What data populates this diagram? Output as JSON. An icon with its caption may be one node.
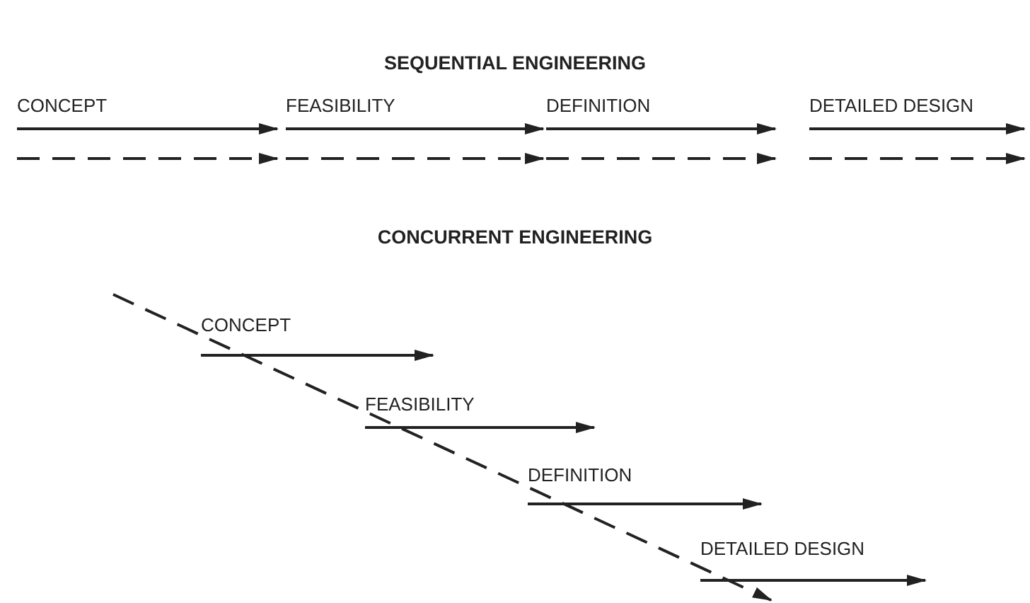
{
  "diagram": {
    "labels": [
      "SEQUENTIAL ENGINEERING",
      "CONCEPT",
      "FEASIBILITY",
      "DEFINITION",
      "DETAILED DESIGN",
      "CONCURRENT ENGINEERING",
      "CONCEPT",
      "FEASIBILITY",
      "DEFINITION",
      "DETAILED DESIGN"
    ]
  }
}
